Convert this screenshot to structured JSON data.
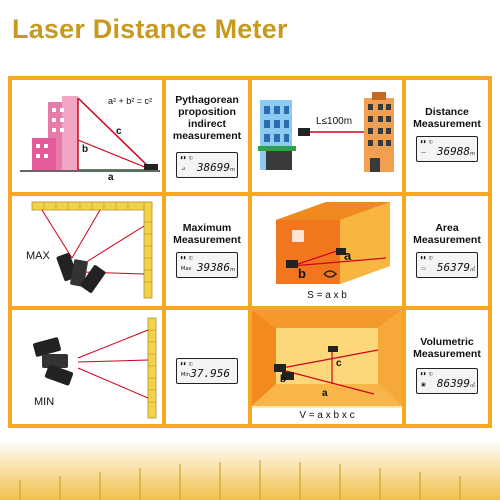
{
  "title": "Laser Distance Meter",
  "colors": {
    "accent": "#c79a1e",
    "frame": "#f5a623",
    "laser": "#d0021b"
  },
  "panels": {
    "pythagorean": {
      "label_lines": [
        "Pythagorean",
        "proposition",
        "indirect",
        "measurement"
      ],
      "formula": "a² + b² = c²",
      "side_a": "a",
      "side_b": "b",
      "side_c": "c",
      "display": "38699",
      "display_prefix": "⊿",
      "display_unit": "m"
    },
    "distance": {
      "label_lines": [
        "Distance",
        "Measurement"
      ],
      "range": "L≤100m",
      "display": "36988",
      "display_prefix": "—",
      "display_unit": "m"
    },
    "maximum": {
      "label_lines": [
        "Maximum",
        "Measurement"
      ],
      "side_label": "MAX",
      "display": "39386",
      "display_prefix": "Max",
      "display_unit": "m"
    },
    "area": {
      "label_lines": [
        "Area",
        "Measurement"
      ],
      "side_a": "a",
      "side_b": "b",
      "formula": "S = a x b",
      "display": "56379",
      "display_prefix": "▭",
      "display_unit": "㎡"
    },
    "minimum": {
      "side_label": "MIN",
      "display": "37.956",
      "display_prefix": "Min",
      "display_unit": ""
    },
    "volume": {
      "label_lines": [
        "Volumetric",
        "Measurement"
      ],
      "side_a": "a",
      "side_b": "b",
      "side_c": "c",
      "formula": "V = a x b x c",
      "display": "86399",
      "display_prefix": "▣",
      "display_unit": "㎥"
    }
  }
}
